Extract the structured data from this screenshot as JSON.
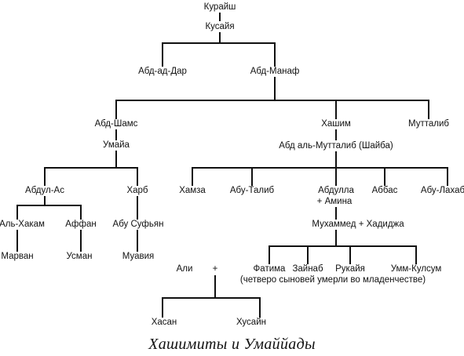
{
  "nodes": {
    "quraysh": "Курайш",
    "qusay": "Кусайя",
    "abd_ad_dar": "Абд-ад-Дар",
    "abd_manaf": "Абд-Манаф",
    "abd_shams": "Абд-Шамс",
    "hashim": "Хашим",
    "muttalib": "Мутталиб",
    "umayya": "Умайа",
    "abd_al_muttalib": "Абд аль-Мутталиб (Шайба)",
    "abdul_as": "Абдул-Ас",
    "harb": "Харб",
    "hamza": "Хамза",
    "abu_talib": "Абу-Талиб",
    "abdulla": "Абдулла",
    "amina": "+ Амина",
    "abbas": "Аббас",
    "abu_lahab": "Абу-Лахаб",
    "al_hakam": "Аль-Хакам",
    "affan": "Аффан",
    "abu_sufyan": "Абу Суфьян",
    "muhammad_khadija": "Мухаммед + Хадиджа",
    "marwan": "Марван",
    "usman": "Усман",
    "muawiya": "Муавия",
    "ali": "Али",
    "plus": "+",
    "fatima": "Фатима",
    "zaynab": "Зайнаб",
    "ruqayya": "Рукайя",
    "umm_kulthum": "Умм-Кулсум",
    "sons_note": "(четверо сыновей умерли во младенчестве)",
    "hasan": "Хасан",
    "husayn": "Хусайн"
  },
  "caption": "Хашимиты и Умаййады"
}
